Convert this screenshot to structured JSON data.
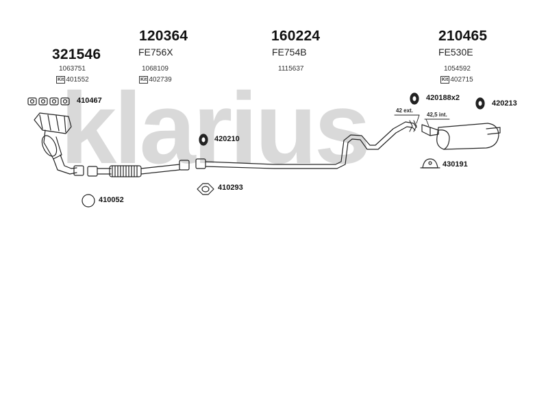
{
  "watermark": "klarius",
  "sections": [
    {
      "number": "321546",
      "code": "",
      "oe": "1063751",
      "kit_badge": "Kit",
      "kit": "401552"
    },
    {
      "number": "120364",
      "code": "FE756X",
      "oe": "1068109",
      "kit_badge": "Kit",
      "kit": "402739"
    },
    {
      "number": "160224",
      "code": "FE754B",
      "oe": "1115637",
      "kit_badge": "",
      "kit": ""
    },
    {
      "number": "210465",
      "code": "FE530E",
      "oe": "1054592",
      "kit_badge": "Kit",
      "kit": "402715"
    }
  ],
  "callouts": {
    "gasket_manifold": "410467",
    "ring_front": "410052",
    "hanger_mid": "420210",
    "gasket_mid": "410293",
    "hanger_rear_pair": "420188x2",
    "hanger_rear": "420213",
    "clamp_rear": "430191"
  },
  "dimensions": {
    "ext": "42 ext.",
    "int": "42,5 int."
  },
  "colors": {
    "watermark": "#d9d9d9",
    "line": "#222222"
  }
}
